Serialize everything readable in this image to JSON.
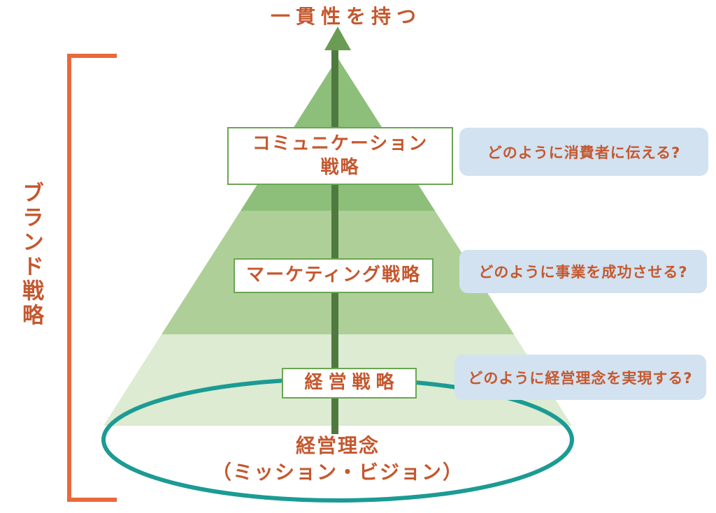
{
  "diagram": {
    "title": "一貫性を持つ",
    "side_label": "ブランド戦略",
    "levels": [
      {
        "label": "コミュニケーション\n戦略",
        "question": "どのように消費者に伝える?"
      },
      {
        "label": "マーケティング戦略",
        "question": "どのように事業を成功させる?"
      },
      {
        "label": "経営戦略",
        "question": "どのように経営理念を実現する?"
      }
    ],
    "foundation": {
      "label": "経営理念\n（ミッション・ビジョン）"
    }
  },
  "colors": {
    "text_orange": "#c4582f",
    "bracket_orange": "#e8693c",
    "tier_top_green": "#8dbf7a",
    "tier_middle_green": "#aed098",
    "tier_bottom_green": "#dcebd1",
    "arrow_shaft_green": "#4f7a3f",
    "arrow_head_green": "#6b9c54",
    "label_box_border_green": "#6aa653",
    "question_box_blue": "#d2e2f0",
    "ellipse_teal": "#1b9b94"
  }
}
